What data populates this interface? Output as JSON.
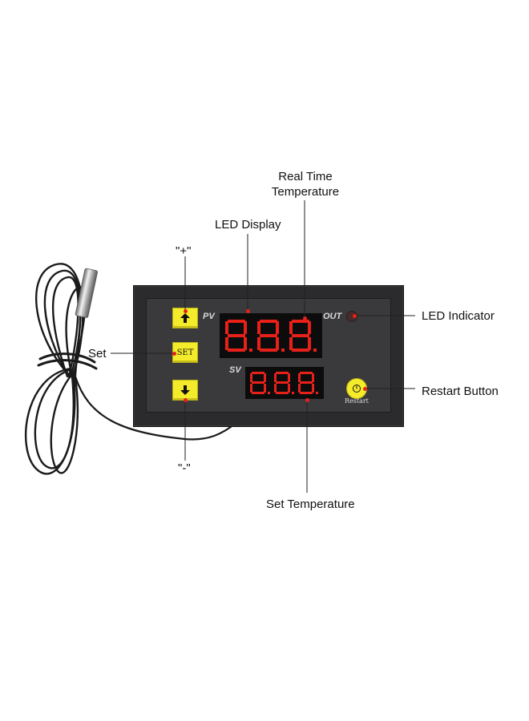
{
  "labels": {
    "real_time_line1": "Real Time",
    "real_time_line2": "Temperature",
    "led_display": "LED Display",
    "plus": "\"+\"",
    "led_indicator": "LED Indicator",
    "set": "Set",
    "restart_button": "Restart Button",
    "minus": "\"-\"",
    "set_temperature": "Set Temperature"
  },
  "panel": {
    "pv": "PV",
    "sv": "SV",
    "out": "OUT",
    "set_button": "SET",
    "restart": "Restart",
    "pv_digits": "8.8.8.",
    "sv_digits": "8.8.8."
  },
  "icons": {
    "up": "arrow-up-icon",
    "down": "arrow-down-icon",
    "power": "power-icon"
  },
  "colors": {
    "body": "#2b2b2d",
    "display_red": "#e8201a",
    "button_yellow": "#f4ec2a"
  }
}
